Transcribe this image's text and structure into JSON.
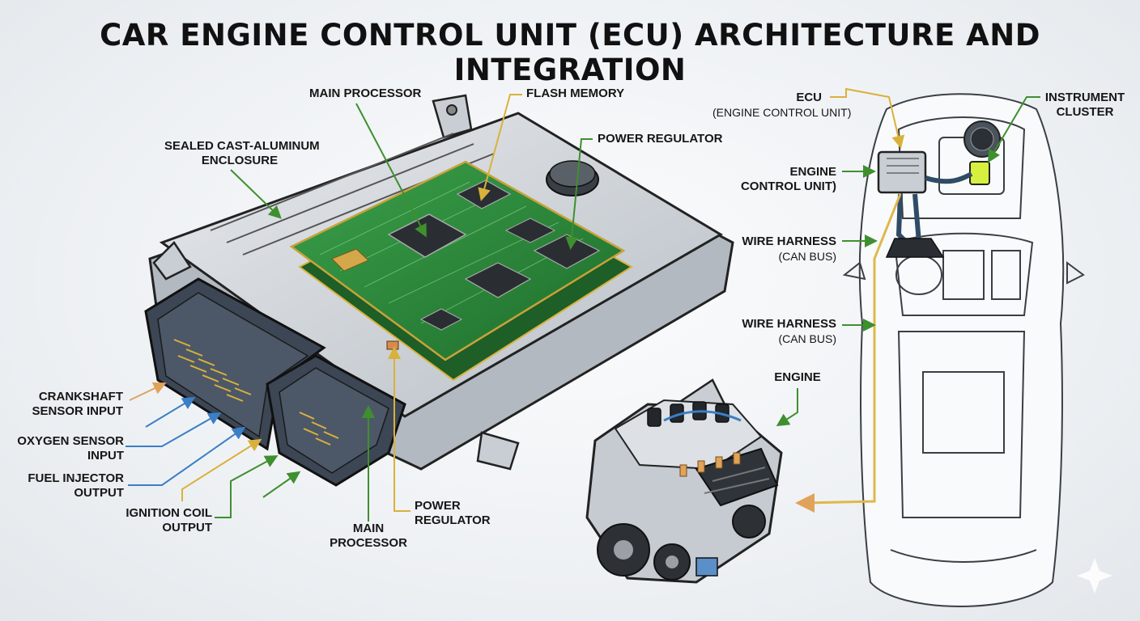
{
  "title": "CAR ENGINE CONTROL UNIT (ECU) ARCHITECTURE AND INTEGRATION",
  "ecu_labels": {
    "main_processor_top": "MAIN PROCESSOR",
    "flash_memory": "FLASH MEMORY",
    "power_regulator_top": "POWER REGULATOR",
    "enclosure_line1": "SEALED CAST-ALUMINUM",
    "enclosure_line2": "ENCLOSURE",
    "main_processor_bottom_line1": "MAIN",
    "main_processor_bottom_line2": "PROCESSOR",
    "power_regulator_bottom_line1": "POWER",
    "power_regulator_bottom_line2": "REGULATOR"
  },
  "io_labels": {
    "crankshaft_line1": "CRANKSHAFT",
    "crankshaft_line2": "SENSOR INPUT",
    "oxygen_line1": "OXYGEN SENSOR",
    "oxygen_line2": "INPUT",
    "fuel_line1": "FUEL INJECTOR",
    "fuel_line2": "OUTPUT",
    "ignition_line1": "IGNITION COIL",
    "ignition_line2": "OUTPUT"
  },
  "vehicle_labels": {
    "ecu": "ECU",
    "ecu_sub": "(ENGINE CONTROL UNIT)",
    "ecu_full_line1": "ENGINE",
    "ecu_full_line2": "CONTROL UNIT)",
    "harness1": "WIRE HARNESS",
    "harness1_sub": "(CAN BUS)",
    "harness2": "WIRE HARNESS",
    "harness2_sub": "(CAN BUS)",
    "engine": "ENGINE",
    "cluster_line1": "INSTRUMENT",
    "cluster_line2": "CLUSTER"
  },
  "colors": {
    "pcb_green": "#2f8a3e",
    "pointer_green": "#3f8f2f",
    "pointer_yellow": "#d9b13a",
    "pointer_blue": "#3b7fc4",
    "pointer_orange": "#e0a35a",
    "aluminum": "#c9ced4",
    "connector": "#3c4655",
    "cluster_screen": "#d7ef3f"
  }
}
